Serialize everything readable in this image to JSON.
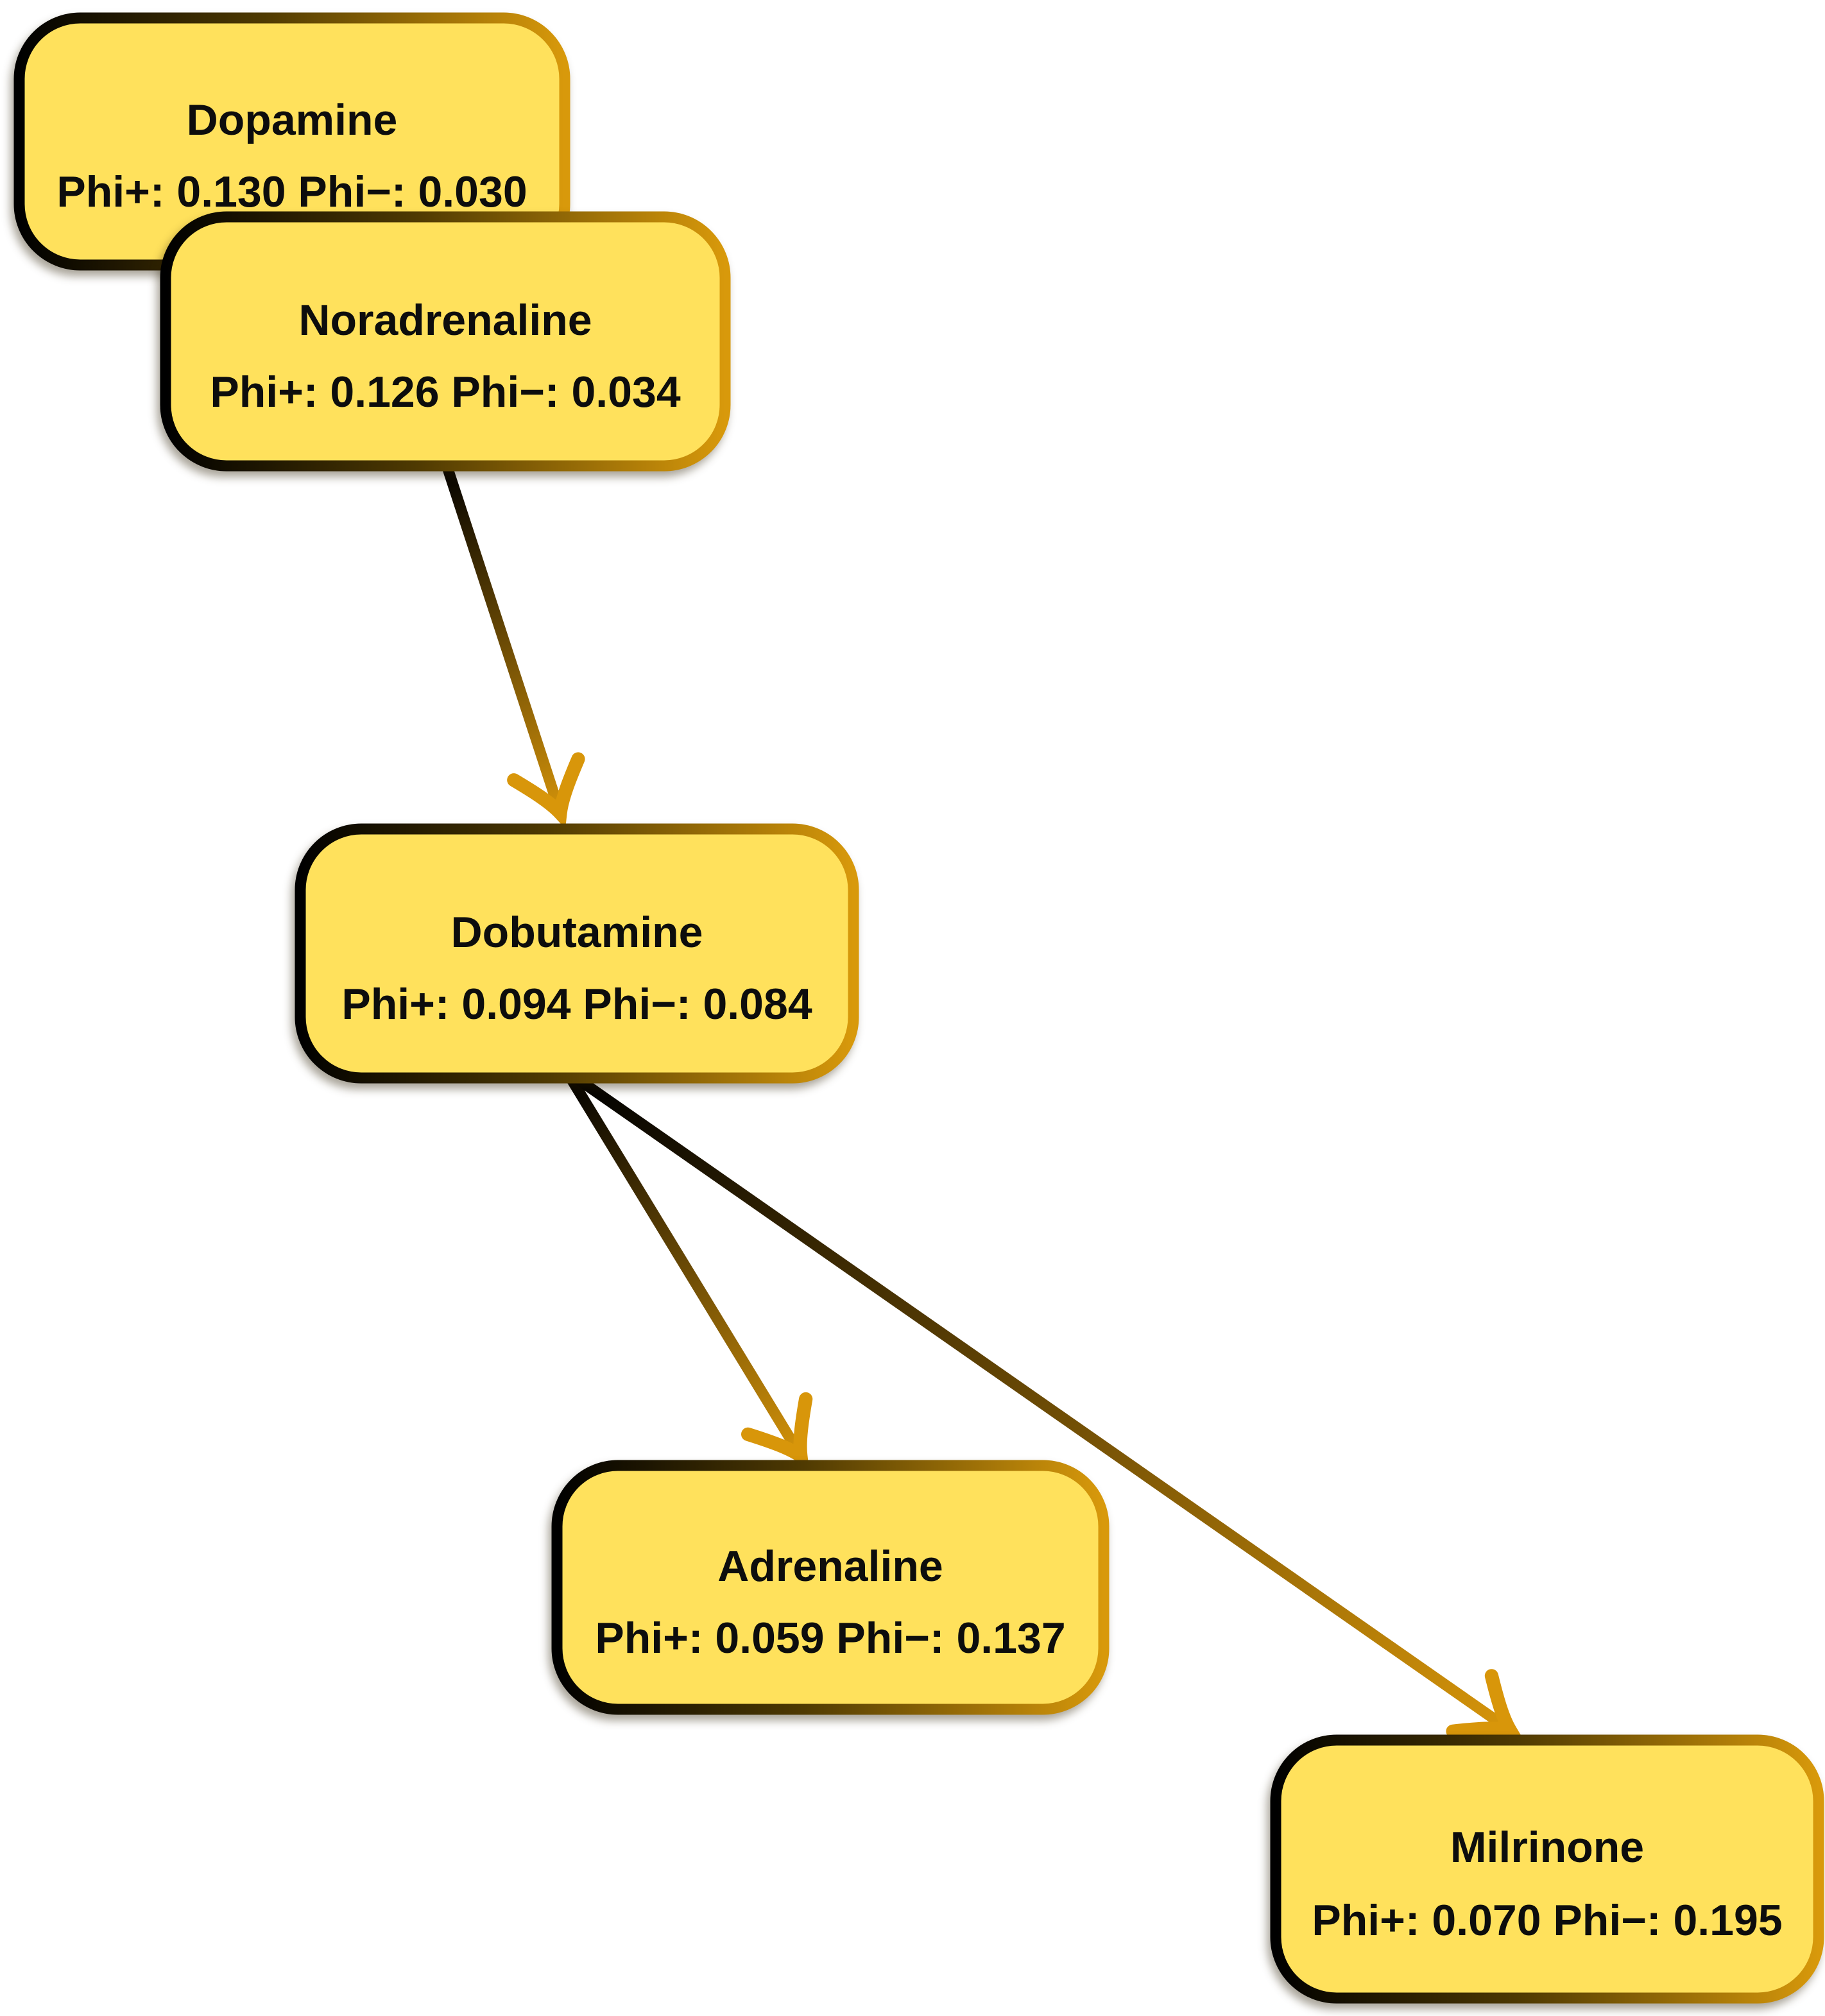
{
  "diagram": {
    "type": "directed-graph",
    "background_color": "#FFFFFF",
    "description": "Drug nodes with Phi+ and Phi- values connected by gradient arrows",
    "colors": {
      "node_fill": "#FFE15C",
      "node_border_gradient_start": "#000000",
      "node_border_gradient_end": "#D8990B",
      "edge_gradient_start": "#000000",
      "edge_gradient_end": "#D8960A",
      "arrowhead": "#D8960A",
      "text": "#0D0D0D"
    },
    "nodes": [
      {
        "id": "dopamine",
        "label": "Dopamine",
        "phi_line": "Phi+: 0.130 Phi−: 0.030",
        "phi_plus": "0.130",
        "phi_minus": "0.030"
      },
      {
        "id": "noradrenaline",
        "label": "Noradrenaline",
        "phi_line": "Phi+: 0.126 Phi−: 0.034",
        "phi_plus": "0.126",
        "phi_minus": "0.034"
      },
      {
        "id": "dobutamine",
        "label": "Dobutamine",
        "phi_line": "Phi+: 0.094 Phi−: 0.084",
        "phi_plus": "0.094",
        "phi_minus": "0.084"
      },
      {
        "id": "adrenaline",
        "label": "Adrenaline",
        "phi_line": "Phi+: 0.059 Phi−: 0.137",
        "phi_plus": "0.059",
        "phi_minus": "0.137"
      },
      {
        "id": "milrinone",
        "label": "Milrinone",
        "phi_line": "Phi+: 0.070 Phi−: 0.195",
        "phi_plus": "0.070",
        "phi_minus": "0.195"
      }
    ],
    "edges": [
      {
        "from": "Noradrenaline",
        "to": "Dobutamine"
      },
      {
        "from": "Dobutamine",
        "to": "Adrenaline"
      },
      {
        "from": "Dobutamine",
        "to": "Milrinone"
      }
    ]
  }
}
